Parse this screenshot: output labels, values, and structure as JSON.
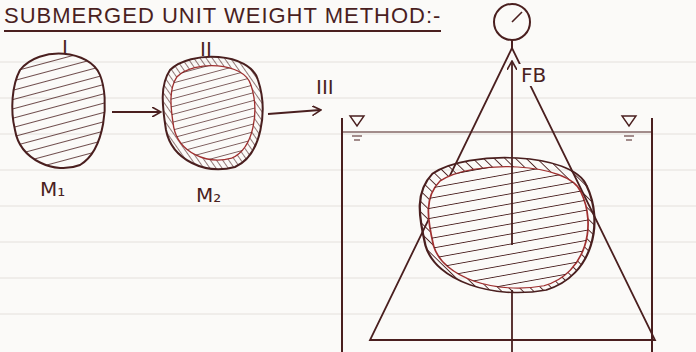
{
  "diagram": {
    "title": "SUBMERGED UNIT WEIGHT METHOD:-",
    "labels": [
      "I",
      "II",
      "III",
      "M₁",
      "M₂",
      "FB"
    ]
  }
}
